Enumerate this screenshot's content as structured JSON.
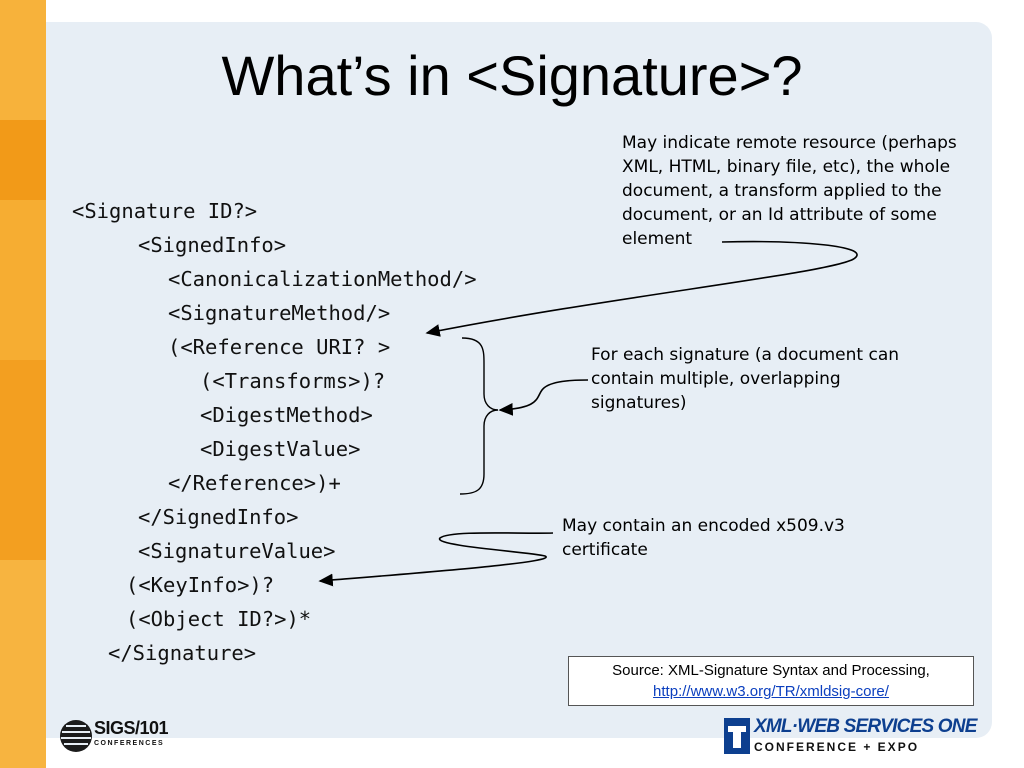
{
  "slide": {
    "title": "What’s in <Signature>?",
    "code_lines": [
      "<Signature ID?>",
      "<SignedInfo>",
      "<CanonicalizationMethod/>",
      "<SignatureMethod/>",
      "(<Reference URI? >",
      "(<Transforms>)?",
      "<DigestMethod>",
      "<DigestValue>",
      "</Reference>)+",
      "</SignedInfo>",
      "<SignatureValue>",
      "(<KeyInfo>)?",
      "(<Object ID?>)*",
      "</Signature>"
    ],
    "callouts": {
      "reference": "May indicate remote resource (perhaps XML, HTML, binary file, etc), the whole document, a transform applied to the document, or an Id attribute of some element",
      "signature": "For each signature (a document can contain multiple, overlapping signatures)",
      "keyinfo": "May contain an encoded x509.v3 certificate"
    },
    "source": {
      "label": "Source: XML-Signature Syntax and Processing,",
      "url": "http://www.w3.org/TR/xmldsig-core/"
    },
    "logos": {
      "left_brand": "SIGS/101",
      "left_sub": "CONFERENCES",
      "right_brand": "XML·WEB SERVICES ONE",
      "right_sub": "CONFERENCE + EXPO"
    }
  }
}
